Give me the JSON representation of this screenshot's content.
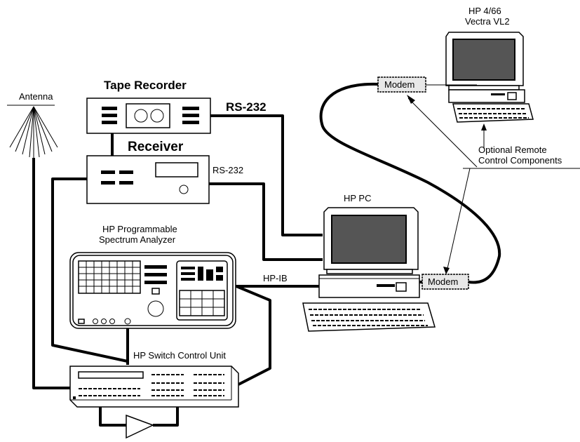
{
  "labels": {
    "antenna": "Antenna",
    "tape_recorder": "Tape Recorder",
    "receiver": "Receiver",
    "rs232_top": "RS-232",
    "rs232_receiver": "RS-232",
    "spectrum_analyzer_line1": "HP Programmable",
    "spectrum_analyzer_line2": "Spectrum Analyzer",
    "hp_pc": "HP PC",
    "hpib": "HP-IB",
    "switch_control_unit": "HP Switch Control Unit",
    "remote_pc_line1": "HP 4/66",
    "remote_pc_line2": "Vectra VL2",
    "modem_top": "Modem",
    "modem_bottom": "Modem",
    "optional_line1": "Optional Remote",
    "optional_line2": "Control Components"
  }
}
